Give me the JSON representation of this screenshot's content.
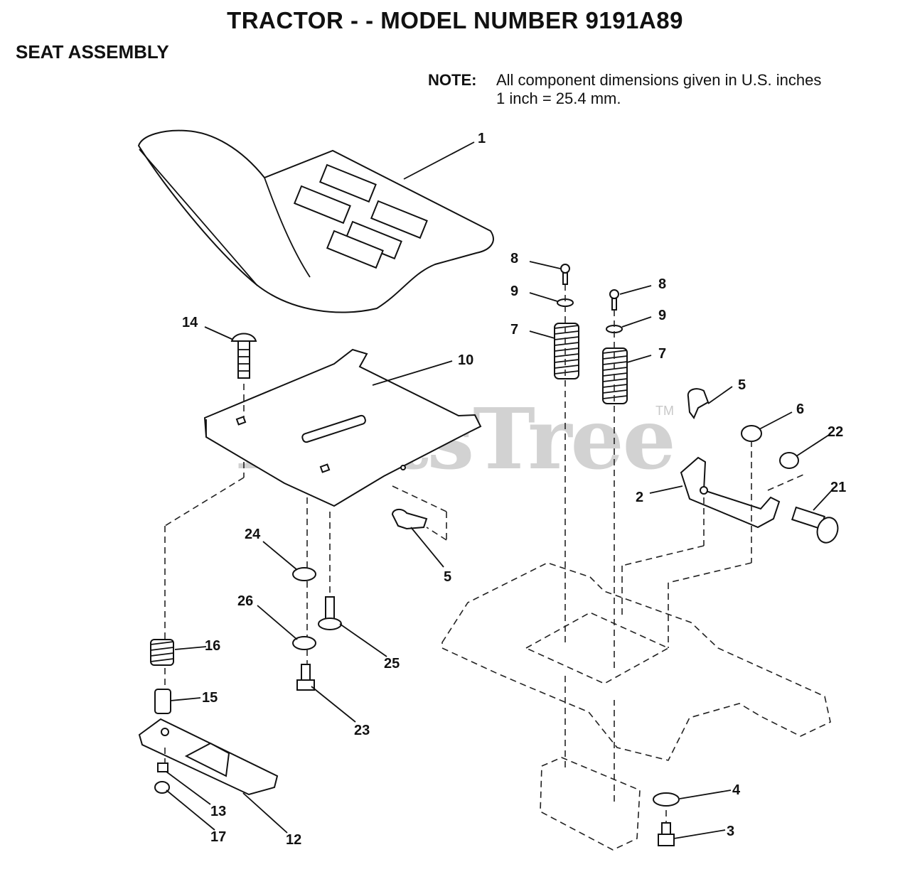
{
  "header": {
    "title": "TRACTOR - - MODEL NUMBER 9191A89",
    "section": "SEAT ASSEMBLY"
  },
  "note": {
    "label": "NOTE:",
    "line1": "All component dimensions given in U.S. inches",
    "line2": "1 inch = 25.4 mm."
  },
  "watermark": {
    "text": "PartsTree",
    "tm": "TM"
  },
  "callouts": [
    "1",
    "14",
    "10",
    "8",
    "9",
    "7",
    "8",
    "9",
    "7",
    "5",
    "6",
    "22",
    "2",
    "21",
    "24",
    "5",
    "26",
    "25",
    "16",
    "23",
    "15",
    "13",
    "17",
    "12",
    "4",
    "3"
  ]
}
